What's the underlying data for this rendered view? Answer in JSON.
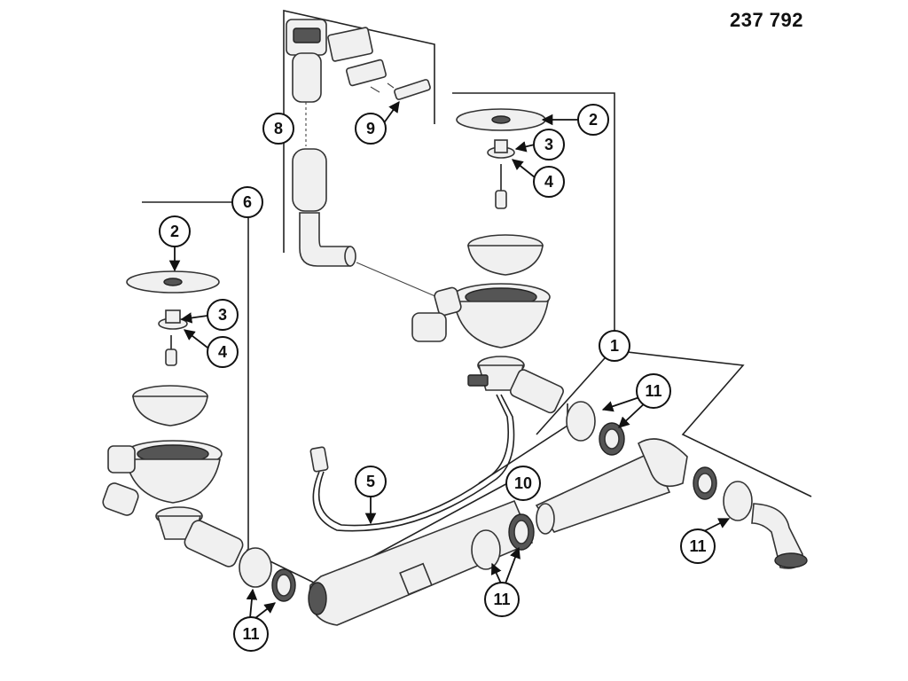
{
  "part_number": "237 792",
  "callouts": {
    "c1": "1",
    "c2a": "2",
    "c2b": "2",
    "c3a": "3",
    "c3b": "3",
    "c4a": "4",
    "c4b": "4",
    "c5": "5",
    "c6": "6",
    "c8": "8",
    "c9": "9",
    "c10": "10",
    "c11a": "11",
    "c11b": "11",
    "c11c": "11",
    "c11d": "11"
  },
  "colors": {
    "stroke": "#222222",
    "fill": "#f0f0f0",
    "background": "#ffffff"
  }
}
